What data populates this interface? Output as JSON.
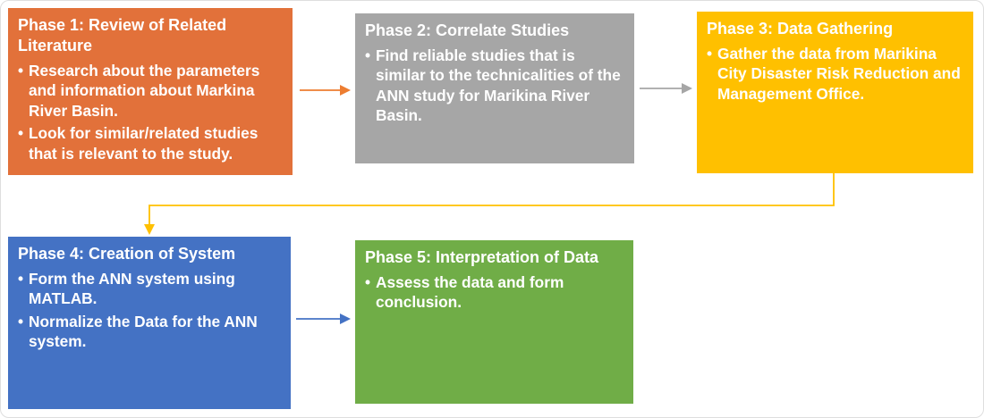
{
  "phases": [
    {
      "title": "Phase 1: Review of Related Literature",
      "color": "#E2713A",
      "bullets": [
        "Research about the parameters and information about Markina River Basin.",
        "Look for similar/related studies that is relevant to the study."
      ]
    },
    {
      "title": "Phase 2: Correlate Studies",
      "color": "#A6A6A6",
      "bullets": [
        "Find reliable studies that is similar to the technicalities of the ANN study for Marikina River Basin."
      ]
    },
    {
      "title": "Phase 3: Data Gathering",
      "color": "#FFC000",
      "bullets": [
        "Gather the data from Marikina City Disaster Risk Reduction and Management Office."
      ]
    },
    {
      "title": "Phase 4: Creation of System",
      "color": "#4472C4",
      "bullets": [
        "Form the ANN system using MATLAB.",
        "Normalize the Data for the ANN system."
      ]
    },
    {
      "title": "Phase 5: Interpretation of Data",
      "color": "#70AD47",
      "bullets": [
        "Assess the data and form conclusion."
      ]
    }
  ],
  "arrows": [
    {
      "name": "phase1-to-phase2",
      "color": "#ED7D31"
    },
    {
      "name": "phase2-to-phase3",
      "color": "#A6A6A6"
    },
    {
      "name": "phase3-to-phase4",
      "color": "#FFC000"
    },
    {
      "name": "phase4-to-phase5",
      "color": "#4472C4"
    }
  ]
}
